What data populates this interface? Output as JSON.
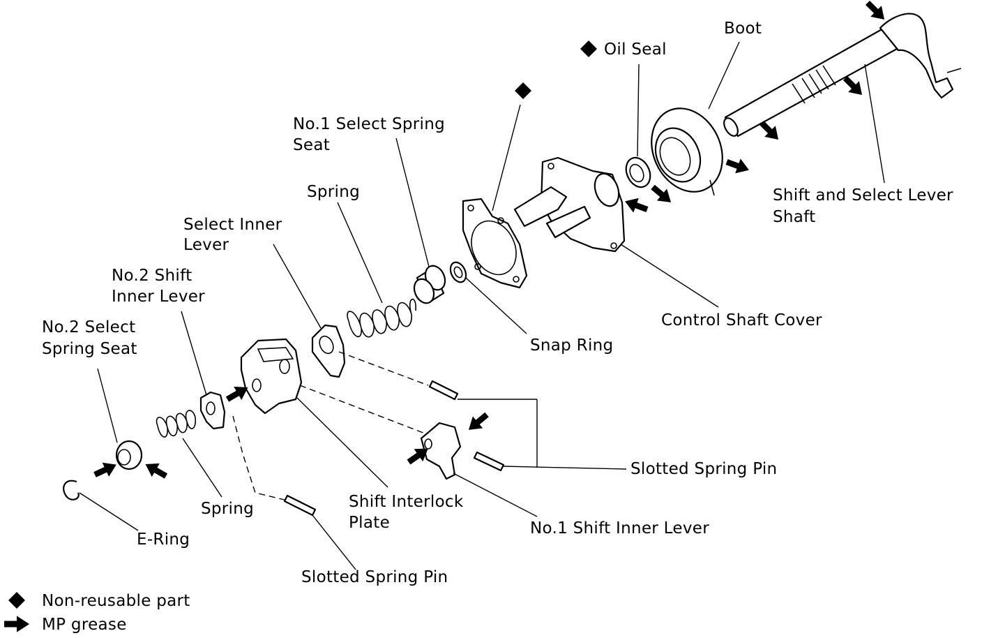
{
  "labels": {
    "boot": "Boot",
    "oil_seal": "Oil Seal",
    "no1_select_spring_seat_l1": "No.1 Select Spring",
    "no1_select_spring_seat_l2": "Seat",
    "spring_upper": "Spring",
    "select_inner_lever_l1": "Select Inner",
    "select_inner_lever_l2": "Lever",
    "no2_shift_inner_lever_l1": "No.2 Shift",
    "no2_shift_inner_lever_l2": "Inner Lever",
    "no2_select_spring_seat_l1": "No.2 Select",
    "no2_select_spring_seat_l2": "Spring Seat",
    "shift_select_lever_shaft_l1": "Shift and Select Lever",
    "shift_select_lever_shaft_l2": "Shaft",
    "control_shaft_cover": "Control Shaft Cover",
    "snap_ring": "Snap Ring",
    "slotted_spring_pin_right": "Slotted Spring Pin",
    "shift_interlock_plate_l1": "Shift Interlock",
    "shift_interlock_plate_l2": "Plate",
    "spring_lower": "Spring",
    "e_ring": "E-Ring",
    "no1_shift_inner_lever": "No.1 Shift Inner Lever",
    "slotted_spring_pin_bottom": "Slotted Spring Pin"
  },
  "legend": {
    "non_reusable": "Non-reusable part",
    "mp_grease": "MP grease"
  },
  "icons": [
    "diamond-icon",
    "grease-arrow-icon"
  ]
}
